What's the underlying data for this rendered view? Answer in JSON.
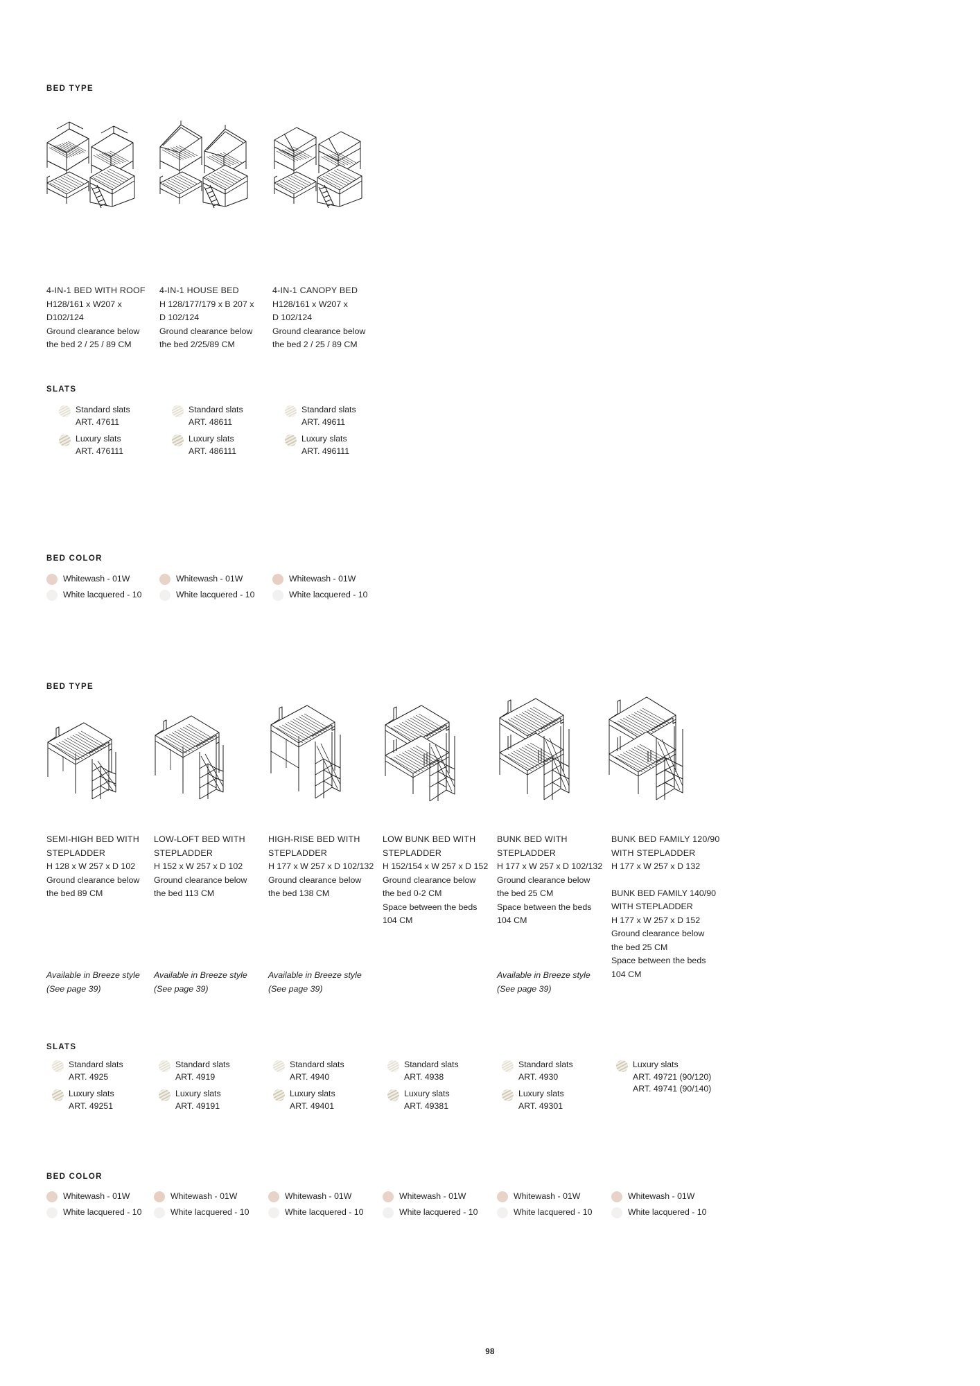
{
  "page": {
    "number": "98",
    "background_color": "#ffffff",
    "text_color": "#1f1f1f"
  },
  "sections": [
    {
      "id": "section-1",
      "bed_type_heading": "BED TYPE",
      "slats_heading": "SLATS",
      "bed_color_heading": "BED COLOR",
      "columns": [
        {
          "title": "4-IN-1 BED WITH ROOF",
          "dims": "H128/161 x W207 x\nD102/124",
          "clearance": "Ground clearance below\nthe bed 2 / 25 / 89 CM",
          "icon": "bed-with-roof-illustration",
          "slats": [
            {
              "type": "standard",
              "label": "Standard slats",
              "art": "ART. 47611"
            },
            {
              "type": "luxury",
              "label": "Luxury slats",
              "art": "ART. 476111"
            }
          ],
          "colors": [
            {
              "label": "Whitewash - 01W",
              "hex": "#e7d3c7"
            },
            {
              "label": "White lacquered - 10",
              "hex": "#f3f1ef"
            }
          ]
        },
        {
          "title": "4-IN-1 HOUSE BED",
          "dims": "H 128/177/179 x B 207 x\nD 102/124",
          "clearance": "Ground clearance below\nthe bed 2/25/89 CM",
          "icon": "house-bed-illustration",
          "slats": [
            {
              "type": "standard",
              "label": "Standard slats",
              "art": "ART. 48611"
            },
            {
              "type": "luxury",
              "label": "Luxury slats",
              "art": "ART. 486111"
            }
          ],
          "colors": [
            {
              "label": "Whitewash - 01W",
              "hex": "#e7d3c7"
            },
            {
              "label": "White lacquered - 10",
              "hex": "#f3f1ef"
            }
          ]
        },
        {
          "title": "4-IN-1 CANOPY BED",
          "dims": "H128/161 x W207 x\nD 102/124",
          "clearance": "Ground clearance below\nthe bed 2 / 25 / 89 CM",
          "icon": "canopy-bed-illustration",
          "slats": [
            {
              "type": "standard",
              "label": "Standard slats",
              "art": "ART. 49611"
            },
            {
              "type": "luxury",
              "label": "Luxury slats",
              "art": "ART. 496111"
            }
          ],
          "colors": [
            {
              "label": "Whitewash - 01W",
              "hex": "#e7cfc2"
            },
            {
              "label": "White lacquered - 10",
              "hex": "#f3f1ef"
            }
          ]
        }
      ]
    },
    {
      "id": "section-2",
      "bed_type_heading": "BED TYPE",
      "slats_heading": "SLATS",
      "bed_color_heading": "BED COLOR",
      "columns": [
        {
          "title": "SEMI-HIGH BED WITH\nSTEPLADDER",
          "dims": "H 128 x W 257 x D 102",
          "clearance": "Ground clearance below\nthe bed 89 CM",
          "second_block": "",
          "breeze": "Available in Breeze style\n(See page 39)",
          "icon": "semi-high-bed-illustration",
          "slats": [
            {
              "type": "standard",
              "label": "Standard slats",
              "art": "ART. 4925"
            },
            {
              "type": "luxury",
              "label": "Luxury slats",
              "art": "ART. 49251"
            }
          ],
          "colors": [
            {
              "label": "Whitewash - 01W",
              "hex": "#e7d3c7"
            },
            {
              "label": "White lacquered - 10",
              "hex": "#f3f1ef"
            }
          ]
        },
        {
          "title": "LOW-LOFT BED WITH\nSTEPLADDER",
          "dims": "H 152 x W 257 x D 102",
          "clearance": "Ground clearance below\nthe bed 113 CM",
          "second_block": "",
          "breeze": "Available in Breeze style\n(See page 39)",
          "icon": "low-loft-bed-illustration",
          "slats": [
            {
              "type": "standard",
              "label": "Standard slats",
              "art": "ART. 4919"
            },
            {
              "type": "luxury",
              "label": "Luxury slats",
              "art": "ART. 49191"
            }
          ],
          "colors": [
            {
              "label": "Whitewash - 01W",
              "hex": "#e7cfc2"
            },
            {
              "label": "White lacquered - 10",
              "hex": "#f3f1ef"
            }
          ]
        },
        {
          "title": "HIGH-RISE BED WITH\nSTEPLADDER",
          "dims": "H 177 x W 257 x D 102/132",
          "clearance": "Ground clearance below\nthe bed 138 CM",
          "second_block": "",
          "breeze": "Available in Breeze style\n(See page 39)",
          "icon": "high-rise-bed-illustration",
          "slats": [
            {
              "type": "standard",
              "label": "Standard slats",
              "art": "ART. 4940"
            },
            {
              "type": "luxury",
              "label": "Luxury slats",
              "art": "ART. 49401"
            }
          ],
          "colors": [
            {
              "label": "Whitewash - 01W",
              "hex": "#e7d3c7"
            },
            {
              "label": "White lacquered - 10",
              "hex": "#f3f1ef"
            }
          ]
        },
        {
          "title": "LOW BUNK BED  WITH\nSTEPLADDER",
          "dims": "H 152/154 x W 257 x D 152",
          "clearance": "Ground clearance below\nthe bed 0-2 CM\nSpace between the beds\n104 CM",
          "second_block": "",
          "breeze": "",
          "icon": "low-bunk-bed-illustration",
          "slats": [
            {
              "type": "standard",
              "label": "Standard slats",
              "art": "ART. 4938"
            },
            {
              "type": "luxury",
              "label": "Luxury slats",
              "art": "ART. 49381"
            }
          ],
          "colors": [
            {
              "label": "Whitewash - 01W",
              "hex": "#e7d3c7"
            },
            {
              "label": "White lacquered - 10",
              "hex": "#f3f1ef"
            }
          ]
        },
        {
          "title": "BUNK BED WITH\nSTEPLADDER",
          "dims": "H 177 x W 257 x D 102/132",
          "clearance": "Ground clearance below\nthe bed 25 CM\nSpace between the beds\n104 CM",
          "second_block": "",
          "breeze": "Available in Breeze style\n(See page 39)",
          "icon": "bunk-bed-illustration",
          "slats": [
            {
              "type": "standard",
              "label": "Standard slats",
              "art": "ART. 4930"
            },
            {
              "type": "luxury",
              "label": "Luxury slats",
              "art": "ART. 49301"
            }
          ],
          "colors": [
            {
              "label": "Whitewash - 01W",
              "hex": "#e7d3c7"
            },
            {
              "label": "White lacquered - 10",
              "hex": "#f3f1ef"
            }
          ]
        },
        {
          "title": "BUNK BED FAMILY 120/90\nWITH STEPLADDER",
          "dims": "H 177 x W 257 x D 132",
          "clearance": "",
          "second_block": "BUNK BED FAMILY 140/90\nWITH STEPLADDER\nH 177 x W 257 x D 152\nGround clearance below\nthe bed 25 CM\nSpace between the beds\n104 CM",
          "breeze": "",
          "icon": "bunk-bed-family-illustration",
          "slats": [
            {
              "type": "luxury",
              "label": "Luxury slats",
              "art": "ART. 49721 (90/120)\nART. 49741 (90/140)"
            }
          ],
          "colors": [
            {
              "label": "Whitewash - 01W",
              "hex": "#e7d3c7"
            },
            {
              "label": "White lacquered - 10",
              "hex": "#f3f1ef"
            }
          ]
        }
      ]
    }
  ]
}
